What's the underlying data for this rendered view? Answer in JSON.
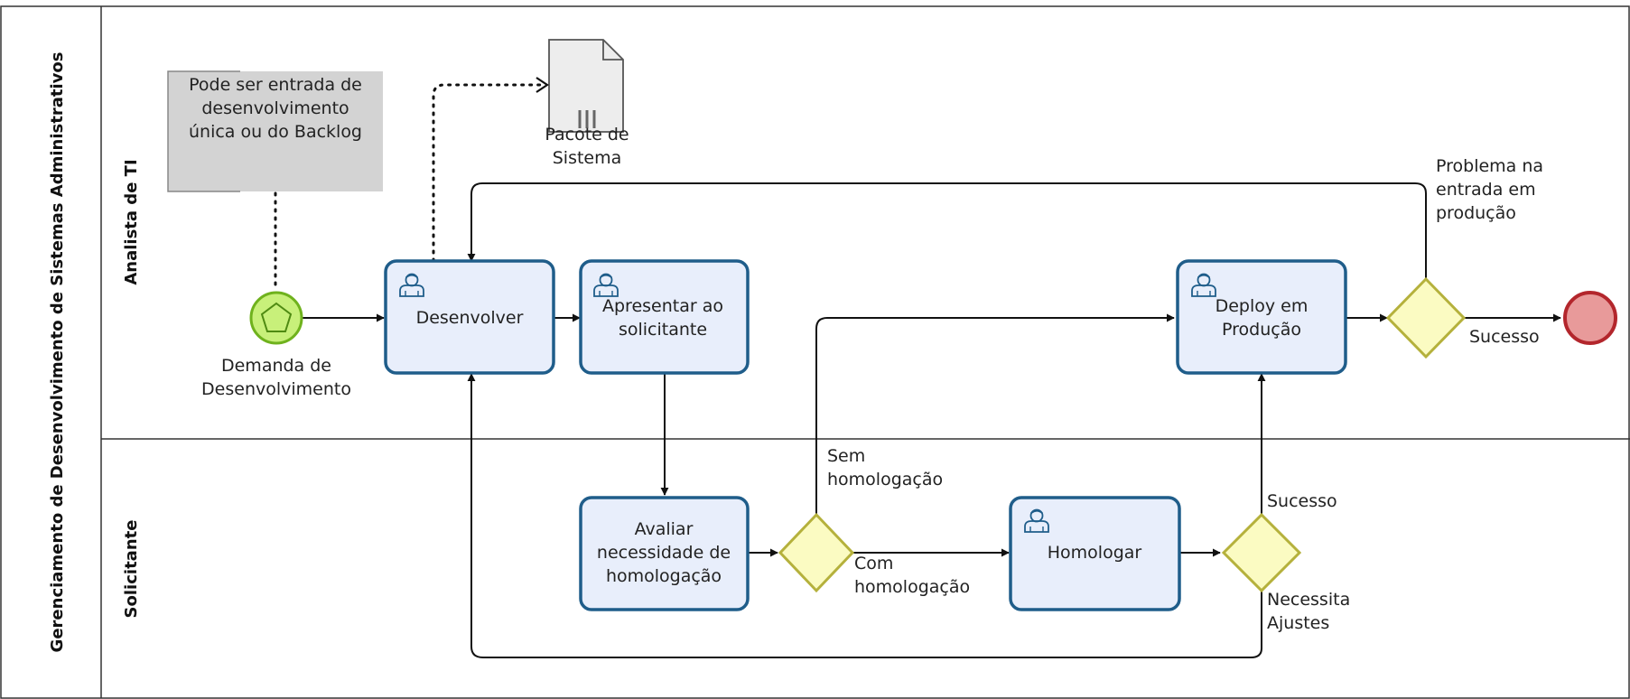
{
  "pool": {
    "label": "Gerenciamento de  Desenvolvimento de Sistemas Administrativos"
  },
  "lanes": {
    "analista": "Analista de TI",
    "solicitante": "Solicitante"
  },
  "annotation": {
    "lines": [
      "Pode ser entrada de",
      "desenvolvimento",
      "única ou do Backlog"
    ]
  },
  "data_object": {
    "lines": [
      "Pacote de",
      "Sistema"
    ]
  },
  "start_event": {
    "lines": [
      "Demanda de",
      "Desenvolvimento"
    ]
  },
  "tasks": {
    "desenvolver": {
      "lines": [
        "Desenvolver"
      ]
    },
    "apresentar": {
      "lines": [
        "Apresentar ao",
        "solicitante"
      ]
    },
    "deploy": {
      "lines": [
        "Deploy em",
        "Produção"
      ]
    },
    "avaliar": {
      "lines": [
        "Avaliar",
        "necessidade de",
        "homologação"
      ]
    },
    "homologar": {
      "lines": [
        "Homologar"
      ]
    }
  },
  "flow_labels": {
    "problema": [
      "Problema na",
      "entrada em",
      "produção"
    ],
    "sucesso_end": [
      "Sucesso"
    ],
    "sem_homologacao": [
      "Sem",
      "homologação"
    ],
    "com_homologacao": [
      "Com",
      "homologação"
    ],
    "sucesso_homolog": [
      "Sucesso"
    ],
    "necessita_ajustes": [
      "Necessita",
      "Ajustes"
    ]
  },
  "colors": {
    "task_fill": "#e8eefb",
    "task_stroke": "#1f5d8a",
    "gateway_fill": "#fbfbc2",
    "gateway_stroke": "#b5b13c",
    "start_fill": "#c8f07a",
    "start_stroke": "#6fb21d",
    "end_fill": "#e89a9a",
    "end_stroke": "#b3262c",
    "annotation_fill": "#d3d3d3"
  }
}
